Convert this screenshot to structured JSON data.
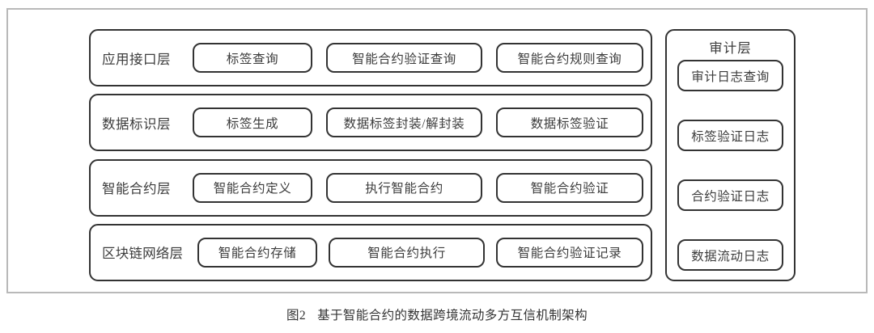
{
  "figure": {
    "caption_number": "图2",
    "caption_text": "基于智能合约的数据跨境流动多方互信机制架构",
    "border_color": "#b9b9b9",
    "box_border_color": "#333333",
    "text_color": "#3c3c3c",
    "background": "#ffffff"
  },
  "layers": [
    {
      "label": "应用接口层",
      "modules": [
        "标签查询",
        "智能合约验证查询",
        "智能合约规则查询"
      ]
    },
    {
      "label": "数据标识层",
      "modules": [
        "标签生成",
        "数据标签封装/解封装",
        "数据标签验证"
      ]
    },
    {
      "label": "智能合约层",
      "modules": [
        "智能合约定义",
        "执行智能合约",
        "智能合约验证"
      ]
    },
    {
      "label": "区块链网络层",
      "modules": [
        "智能合约存储",
        "智能合约执行",
        "智能合约验证记录"
      ]
    }
  ],
  "audit": {
    "title": "审计层",
    "items": [
      "审计日志查询",
      "标签验证日志",
      "合约验证日志",
      "数据流动日志"
    ]
  }
}
